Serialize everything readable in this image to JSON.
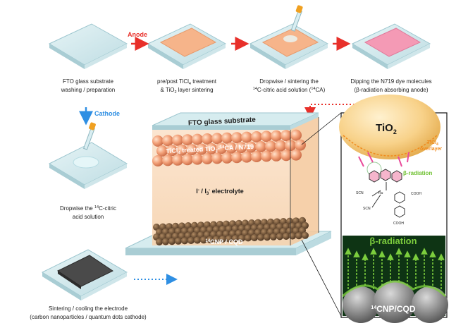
{
  "steps": {
    "s1": {
      "line1": "FTO glass substrate",
      "line2": "washing / preparation"
    },
    "s2": {
      "line1": "pre/post TiCl",
      "line1_sub": "4",
      "line1_end": " treatment",
      "line2": "& TiO",
      "line2_sub": "2",
      "line2_end": " layer sintering"
    },
    "s3": {
      "line1": "Dropwise / sintering the",
      "line2_sup": "14",
      "line2": "C-citric acid solution (",
      "line2_sup2": "14",
      "line2_end": "CA)"
    },
    "s4": {
      "line1": "Dipping the N719 dye molecules",
      "line2": "(β-radiation absorbing anode)"
    },
    "s5": {
      "line1": "Dropwise the ",
      "line1_sup": "14",
      "line1_end": "C-citric",
      "line2": "acid solution"
    },
    "s6": {
      "line1": "Sintering / cooling the electrode",
      "line2": "(carbon nanoparticles / quantum dots cathode)"
    }
  },
  "arrows": {
    "anode": "Anode",
    "cathode": "Cathode"
  },
  "cell": {
    "top_glass": "FTO glass substrate",
    "anode_layer": "TiCl",
    "anode_layer_sub": "4",
    "anode_layer_mid": " treated TiO",
    "anode_layer_sub2": "2",
    "anode_layer_dash": "-",
    "anode_layer_sup": "14",
    "anode_layer_end": "CA / N719",
    "electrolyte": "I",
    "electrolyte_sup": "-",
    "electrolyte_mid": " / I",
    "electrolyte_sub": "3",
    "electrolyte_sup2": "-",
    "electrolyte_end": " electrolyte",
    "cathode_sup": "14",
    "cathode": "CNP / CQD"
  },
  "zoom": {
    "tio2": "TiO",
    "tio2_sub": "2",
    "ticl4_a": "TiCl",
    "ticl4_sub": "4",
    "ticl4_b": "overlayer",
    "beta_small": "β-radiation",
    "beta_big": "β-radiation",
    "cnp_sup": "14",
    "cnp": "CNP/CQD",
    "scn1": "SCN",
    "scn2": "SCN",
    "ru": "Ru",
    "cooh1": "COOH",
    "cooh2": "COOH"
  },
  "colors": {
    "anode": "#e8302a",
    "cathode": "#2f8fe3",
    "beta": "#6fc131",
    "ticl4": "#f08a1c"
  }
}
